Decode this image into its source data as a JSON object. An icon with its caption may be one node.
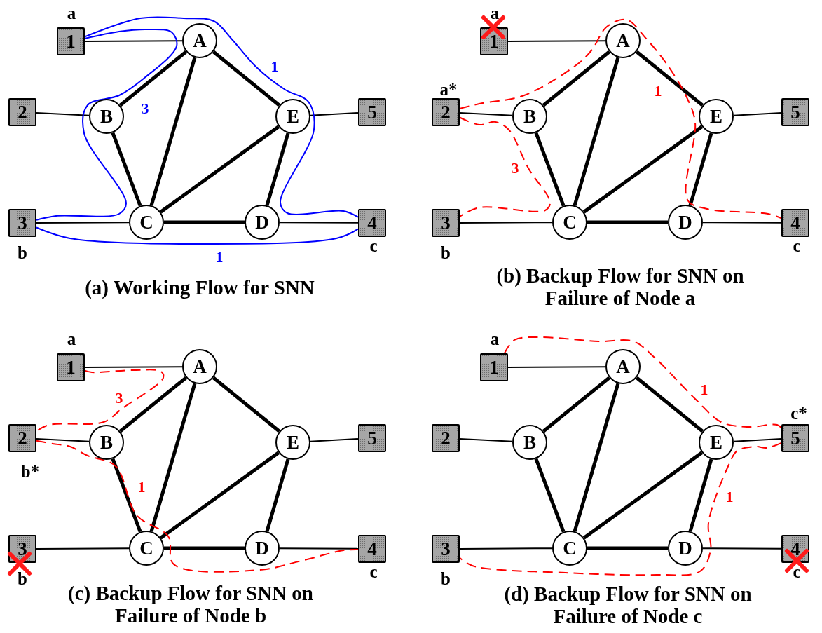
{
  "diagram": {
    "nodes": [
      {
        "text": [
          "1"
        ],
        "beside": [
          "a"
        ]
      },
      {
        "text": [
          "A"
        ]
      },
      {
        "text": [
          "2"
        ]
      },
      {
        "text": [
          "B"
        ]
      },
      {
        "text": [
          "E"
        ]
      },
      {
        "text": [
          "5"
        ]
      },
      {
        "text": [
          "3"
        ],
        "beside": [
          "b"
        ]
      },
      {
        "text": [
          "C"
        ]
      },
      {
        "text": [
          "D"
        ]
      },
      {
        "text": [
          "4"
        ],
        "beside": [
          "c"
        ]
      },
      {
        "text": [
          "1"
        ],
        "beside": [
          "a"
        ]
      },
      {
        "text": [
          "A"
        ]
      },
      {
        "text": [
          "2"
        ],
        "beside": [
          "a*"
        ]
      },
      {
        "text": [
          "B"
        ]
      },
      {
        "text": [
          "E"
        ]
      },
      {
        "text": [
          "5"
        ]
      },
      {
        "text": [
          "3"
        ],
        "beside": [
          "b"
        ]
      },
      {
        "text": [
          "C"
        ]
      },
      {
        "text": [
          "D"
        ]
      },
      {
        "text": [
          "4"
        ],
        "beside": [
          "c"
        ]
      },
      {
        "text": [
          "1"
        ],
        "beside": [
          "a"
        ]
      },
      {
        "text": [
          "A"
        ]
      },
      {
        "text": [
          "2"
        ],
        "beside": [
          "b*"
        ]
      },
      {
        "text": [
          "B"
        ]
      },
      {
        "text": [
          "E"
        ]
      },
      {
        "text": [
          "5"
        ]
      },
      {
        "text": [
          "3"
        ],
        "beside": [
          "b"
        ]
      },
      {
        "text": [
          "C"
        ]
      },
      {
        "text": [
          "D"
        ]
      },
      {
        "text": [
          "4"
        ],
        "beside": [
          "c"
        ]
      },
      {
        "text": [
          "1"
        ],
        "beside": [
          "a"
        ]
      },
      {
        "text": [
          "A"
        ]
      },
      {
        "text": [
          "2"
        ]
      },
      {
        "text": [
          "B"
        ]
      },
      {
        "text": [
          "E"
        ]
      },
      {
        "text": [
          "5"
        ],
        "beside": [
          "c*"
        ]
      },
      {
        "text": [
          "3"
        ],
        "beside": [
          "b"
        ]
      },
      {
        "text": [
          "C"
        ]
      },
      {
        "text": [
          "D"
        ]
      },
      {
        "text": [
          "4"
        ],
        "beside": [
          "c"
        ]
      }
    ],
    "edges": [
      {
        "from": 0,
        "to": 1,
        "arrow": "none"
      },
      {
        "from": 2,
        "to": 3,
        "arrow": "none"
      },
      {
        "from": 6,
        "to": 7,
        "arrow": "none"
      },
      {
        "from": 8,
        "to": 9,
        "arrow": "none"
      },
      {
        "from": 4,
        "to": 5,
        "arrow": "none"
      },
      {
        "from": 1,
        "to": 3,
        "arrow": "none",
        "style": "thick"
      },
      {
        "from": 1,
        "to": 7,
        "arrow": "none",
        "style": "thick"
      },
      {
        "from": 1,
        "to": 4,
        "arrow": "none",
        "style": "thick"
      },
      {
        "from": 3,
        "to": 7,
        "arrow": "none",
        "style": "thick"
      },
      {
        "from": 7,
        "to": 4,
        "arrow": "none",
        "style": "thick"
      },
      {
        "from": 7,
        "to": 8,
        "arrow": "none",
        "style": "thick"
      },
      {
        "from": 8,
        "to": 4,
        "arrow": "none",
        "style": "thick"
      },
      {
        "from": 10,
        "to": 11,
        "arrow": "none"
      },
      {
        "from": 12,
        "to": 13,
        "arrow": "none"
      },
      {
        "from": 16,
        "to": 17,
        "arrow": "none"
      },
      {
        "from": 18,
        "to": 19,
        "arrow": "none"
      },
      {
        "from": 14,
        "to": 15,
        "arrow": "none"
      },
      {
        "from": 11,
        "to": 13,
        "arrow": "none",
        "style": "thick"
      },
      {
        "from": 11,
        "to": 17,
        "arrow": "none",
        "style": "thick"
      },
      {
        "from": 11,
        "to": 14,
        "arrow": "none",
        "style": "thick"
      },
      {
        "from": 13,
        "to": 17,
        "arrow": "none",
        "style": "thick"
      },
      {
        "from": 17,
        "to": 14,
        "arrow": "none",
        "style": "thick"
      },
      {
        "from": 17,
        "to": 18,
        "arrow": "none",
        "style": "thick"
      },
      {
        "from": 18,
        "to": 14,
        "arrow": "none",
        "style": "thick"
      },
      {
        "from": 20,
        "to": 21,
        "arrow": "none"
      },
      {
        "from": 22,
        "to": 23,
        "arrow": "none"
      },
      {
        "from": 26,
        "to": 27,
        "arrow": "none"
      },
      {
        "from": 28,
        "to": 29,
        "arrow": "none"
      },
      {
        "from": 24,
        "to": 25,
        "arrow": "none"
      },
      {
        "from": 21,
        "to": 23,
        "arrow": "none",
        "style": "thick"
      },
      {
        "from": 21,
        "to": 27,
        "arrow": "none",
        "style": "thick"
      },
      {
        "from": 21,
        "to": 24,
        "arrow": "none",
        "style": "thick"
      },
      {
        "from": 23,
        "to": 27,
        "arrow": "none",
        "style": "thick"
      },
      {
        "from": 27,
        "to": 24,
        "arrow": "none",
        "style": "thick"
      },
      {
        "from": 27,
        "to": 28,
        "arrow": "none",
        "style": "thick"
      },
      {
        "from": 28,
        "to": 24,
        "arrow": "none",
        "style": "thick"
      },
      {
        "from": 30,
        "to": 31,
        "arrow": "none"
      },
      {
        "from": 32,
        "to": 33,
        "arrow": "none"
      },
      {
        "from": 36,
        "to": 37,
        "arrow": "none"
      },
      {
        "from": 38,
        "to": 39,
        "arrow": "none"
      },
      {
        "from": 34,
        "to": 35,
        "arrow": "none"
      },
      {
        "from": 31,
        "to": 33,
        "arrow": "none",
        "style": "thick"
      },
      {
        "from": 31,
        "to": 37,
        "arrow": "none",
        "style": "thick"
      },
      {
        "from": 31,
        "to": 34,
        "arrow": "none",
        "style": "thick"
      },
      {
        "from": 33,
        "to": 37,
        "arrow": "none",
        "style": "thick"
      },
      {
        "from": 37,
        "to": 34,
        "arrow": "none",
        "style": "thick"
      },
      {
        "from": 37,
        "to": 38,
        "arrow": "none",
        "style": "thick"
      },
      {
        "from": 38,
        "to": 34,
        "arrow": "none",
        "style": "thick"
      },
      {
        "from": 0,
        "to": 9,
        "arrow": "none",
        "label": "1",
        "color": "#0000ff"
      },
      {
        "from": 6,
        "to": 9,
        "arrow": "none",
        "label": "1",
        "color": "#0000ff"
      },
      {
        "from": 0,
        "to": 6,
        "arrow": "none",
        "label": "3",
        "color": "#0000ff"
      },
      {
        "from": 12,
        "to": 19,
        "arrow": "none",
        "label": "1",
        "style": "dashed",
        "color": "#ff0000"
      },
      {
        "from": 12,
        "to": 16,
        "arrow": "none",
        "label": "3",
        "style": "dashed",
        "color": "#ff0000"
      },
      {
        "from": 20,
        "to": 22,
        "arrow": "none",
        "label": "3",
        "style": "dashed",
        "color": "#ff0000"
      },
      {
        "from": 22,
        "to": 29,
        "arrow": "none",
        "label": "1",
        "style": "dashed",
        "color": "#ff0000"
      },
      {
        "from": 30,
        "to": 35,
        "arrow": "none",
        "label": "1",
        "style": "dashed",
        "color": "#ff0000"
      },
      {
        "from": 35,
        "to": 36,
        "arrow": "none",
        "label": "1",
        "style": "dashed",
        "color": "#ff0000"
      }
    ],
    "labels": [
      "(a) Working Flow for SNN",
      "(b) Backup Flow for SNN on Failure of Node a",
      "(c) Backup Flow for SNN on Failure of Node b",
      "(d) Backup Flow for SNN on Failure of Node c"
    ]
  }
}
